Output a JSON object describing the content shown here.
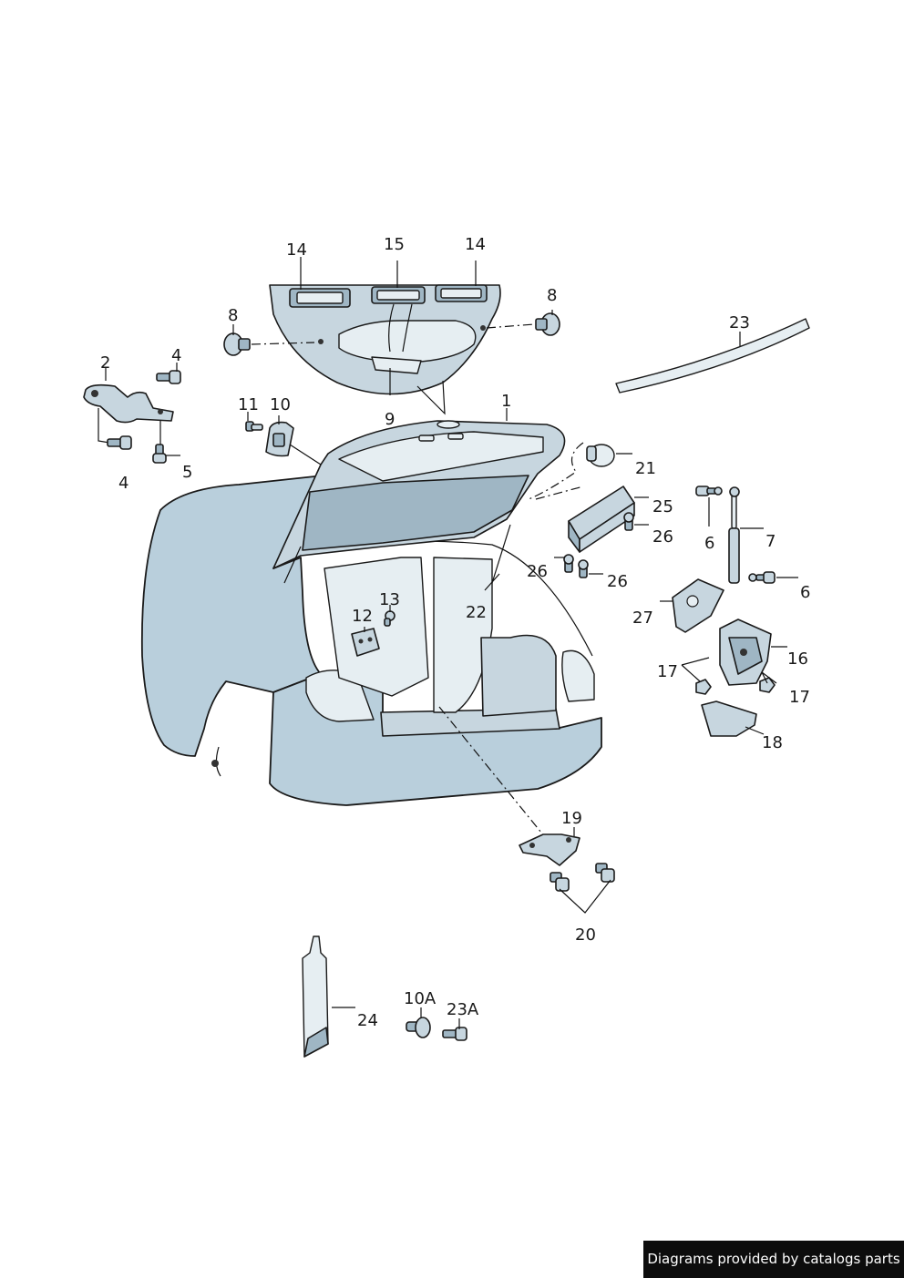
{
  "diagram": {
    "callouts": {
      "c1": "1",
      "c2": "2",
      "c4a": "4",
      "c4b": "4",
      "c5": "5",
      "c6a": "6",
      "c6b": "6",
      "c7": "7",
      "c8a": "8",
      "c8b": "8",
      "c9": "9",
      "c10": "10",
      "c10a": "10A",
      "c11": "11",
      "c12": "12",
      "c13": "13",
      "c14a": "14",
      "c14b": "14",
      "c15": "15",
      "c16": "16",
      "c17a": "17",
      "c17b": "17",
      "c18": "18",
      "c19": "19",
      "c20": "20",
      "c21": "21",
      "c22": "22",
      "c23": "23",
      "c23a": "23A",
      "c24": "24",
      "c25": "25",
      "c26a": "26",
      "c26b": "26",
      "c26c": "26",
      "c27": "27"
    }
  },
  "footer": {
    "credit": "Diagrams provided by catalogs parts"
  }
}
